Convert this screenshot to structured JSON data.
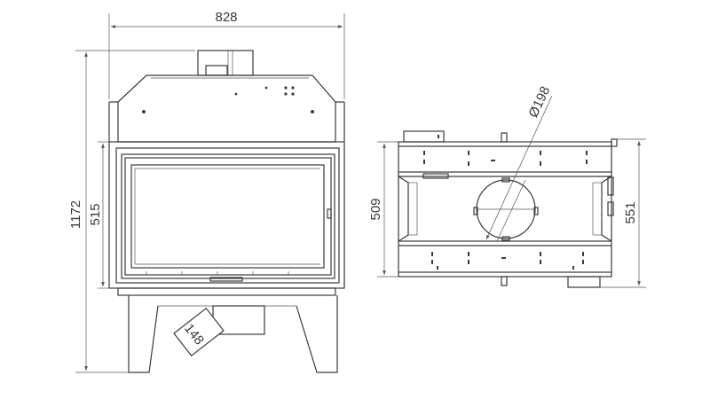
{
  "front_view": {
    "width_label": "828",
    "height_label": "1172",
    "glass_height_label": "515",
    "flue_offset_label": "148"
  },
  "side_view": {
    "diameter_label": "Ø198",
    "inner_depth_label": "509",
    "outer_depth_label": "551"
  }
}
